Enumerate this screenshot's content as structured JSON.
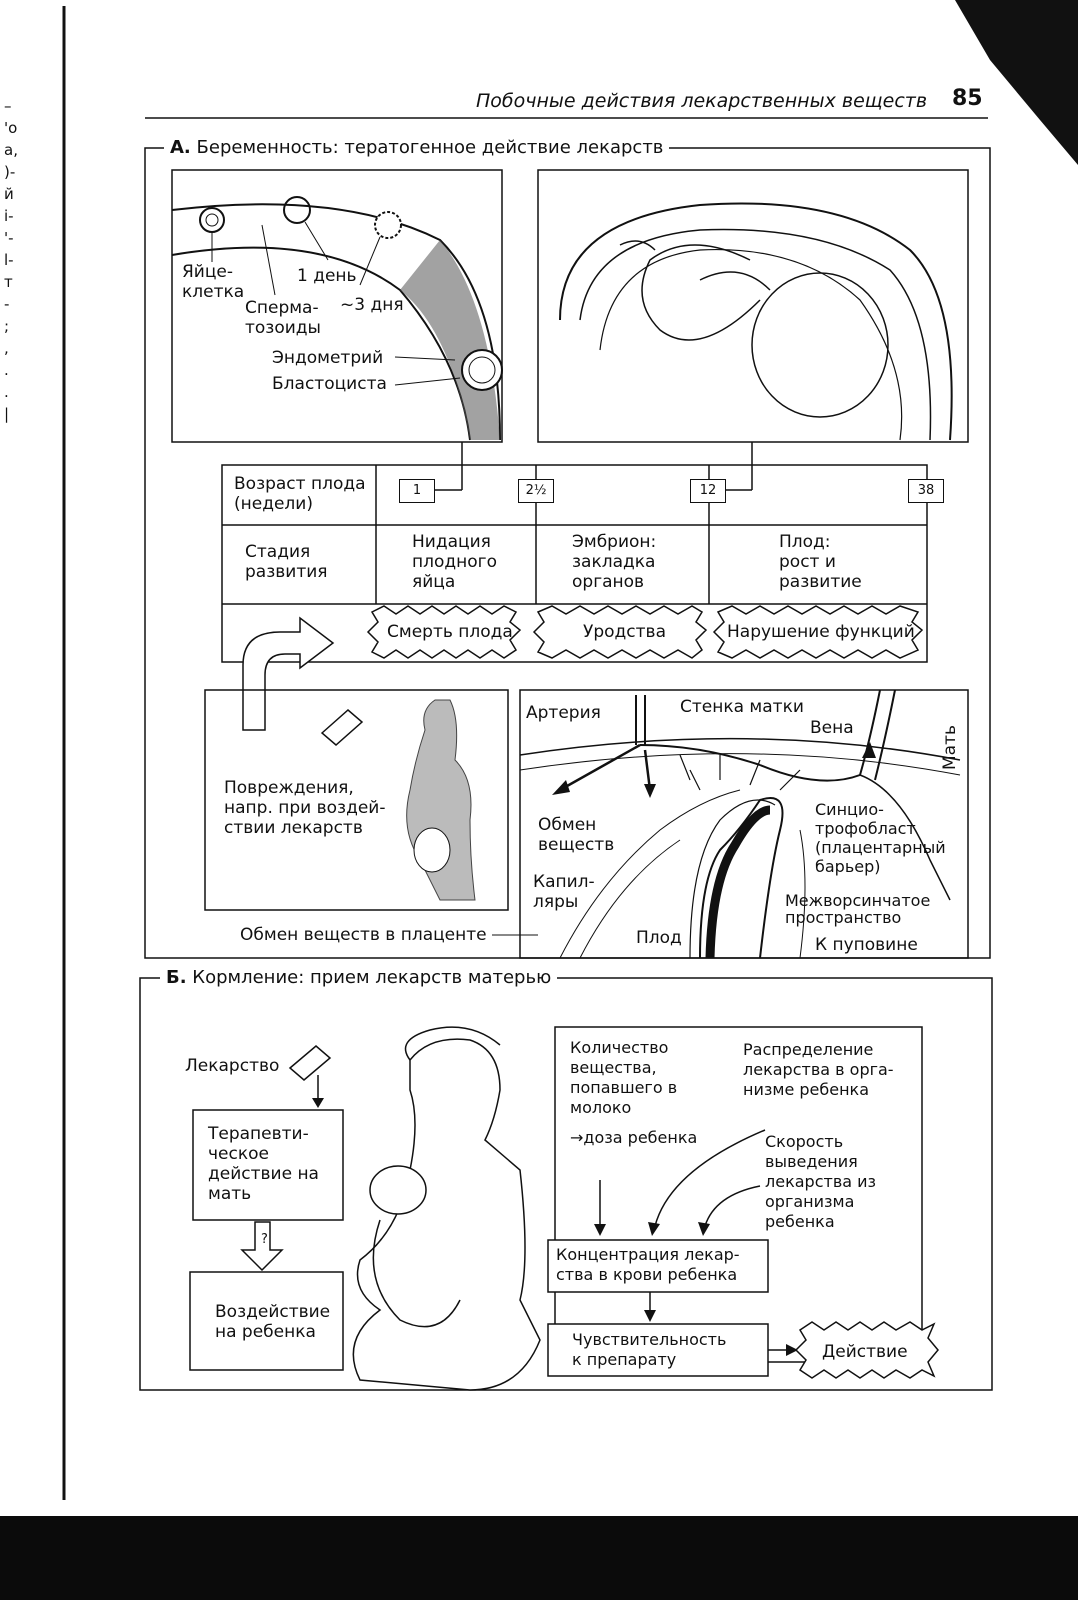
{
  "header": {
    "title": "Побочные действия лекарственных веществ",
    "page_number": "85"
  },
  "margin_marks": [
    "–",
    "'o",
    "а,",
    ")-",
    "й",
    "i-",
    "'-",
    "l-",
    "т",
    "-",
    ";",
    ",",
    ".",
    ".",
    "|"
  ],
  "section_a": {
    "title_letter": "А.",
    "title": "Беременность: тератогенное действие лекарств",
    "conception": {
      "egg": "Яйце-\nклетка",
      "day1": "1 день",
      "sperm": "Сперма-\nтозоиды",
      "day3": "~3 дня",
      "endometrium": "Эндометрий",
      "blastocyst": "Бластоциста"
    },
    "timeline": {
      "age_label": "Возраст плода\n(недели)",
      "weeks": [
        "1",
        "2½",
        "12",
        "38"
      ],
      "stage_label": "Стадия\nразвития",
      "stages": [
        "Нидация\nплодного\nяйца",
        "Эмбрион:\nзакладка\nорганов",
        "Плод:\nрост и\nразвитие"
      ],
      "effects": [
        "Смерть плода",
        "Уродства",
        "Нарушение функций"
      ]
    },
    "damage_caption": "Повреждения,\nнапр. при воздей-\nствии лекарств",
    "placenta": {
      "artery": "Артерия",
      "uterine_wall": "Стенка матки",
      "vein": "Вена",
      "mother": "Мать",
      "metabolism": "Обмен\nвеществ",
      "capillaries": "Капил-\nляры",
      "fetus": "Плод",
      "syncytio": "Синцио-\nтрофобласт\n(плацентарный\nбарьер)",
      "intervillous": "Межворсинчатое\nпространство",
      "umbilical": "К пуповине",
      "caption": "Обмен веществ в плаценте"
    }
  },
  "section_b": {
    "title_letter": "Б.",
    "title": "Кормление: прием лекарств матерью",
    "drug": "Лекарство",
    "therapeutic": "Терапевти-\nческое\nдействие на\nмать",
    "question": "?",
    "child_effect": "Воздействие\nна ребенка",
    "amount": "Количество\nвещества,\nпопавшего в\nмолоко",
    "dose": "→доза ребенка",
    "distribution": "Распределение\nлекарства в орга-\nнизме ребенка",
    "elimination": "Скорость\nвыведения\nлекарства из\nорганизма\nребенка",
    "concentration": "Концентрация лекар-\nства в крови ребенка",
    "sensitivity": "Чувствительность\nк препарату",
    "action": "Действие"
  }
}
